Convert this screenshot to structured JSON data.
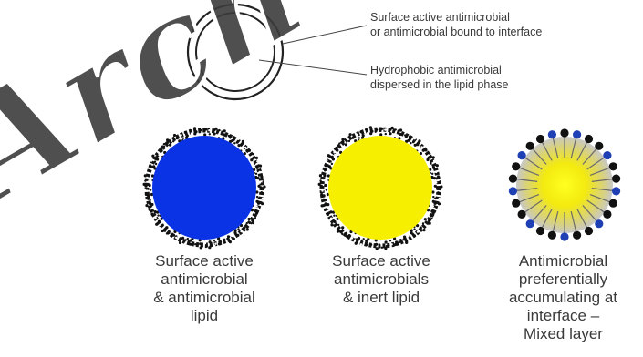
{
  "watermark": {
    "text": "Arch"
  },
  "schematic": {
    "label_interface_line1": "Surface active antimicrobial",
    "label_interface_line2": "or antimicrobial bound to interface",
    "label_lipid_line1": "Hydrophobic antimicrobial",
    "label_lipid_line2": "dispersed in the lipid phase"
  },
  "droplets": [
    {
      "core_color": "#0a33e6",
      "caption_lines": [
        "Surface active",
        "antimicrobial",
        "& antimicrobial",
        "lipid"
      ]
    },
    {
      "core_color": "#f7ef00",
      "caption_lines": [
        "Surface active",
        "antimicrobials",
        "& inert lipid"
      ]
    },
    {
      "core_color": "#f3ea10",
      "caption_lines": [
        "Antimicrobial",
        "preferentially",
        "accumulating at",
        "interface –",
        "Mixed layer"
      ]
    }
  ],
  "colors": {
    "text": "#3a3a3a",
    "blue_core": "#0a33e6",
    "yellow_core": "#f7ef00",
    "mixed_dot_black": "#111111",
    "mixed_dot_blue": "#1f3fb5"
  }
}
